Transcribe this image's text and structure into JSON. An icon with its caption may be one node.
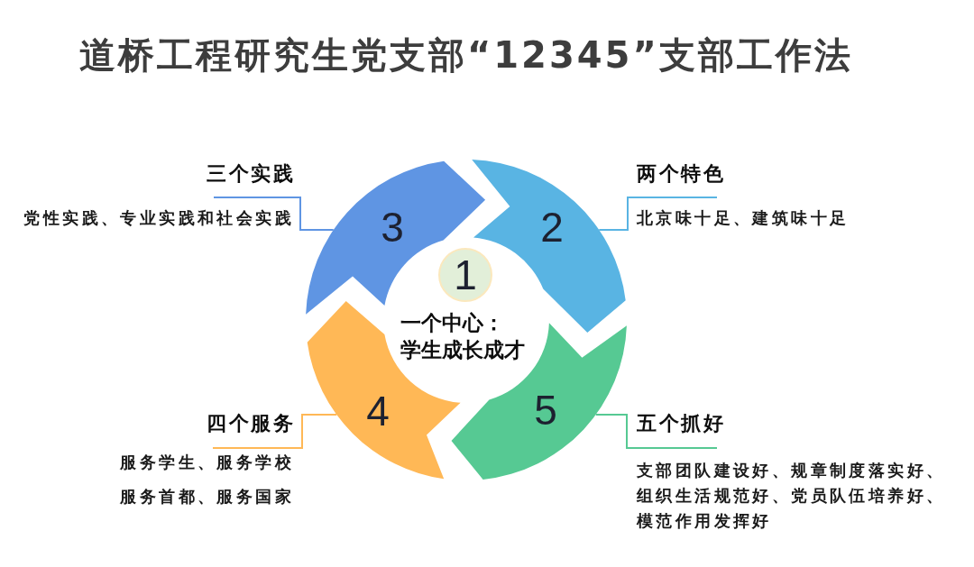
{
  "diagram": {
    "title": "道桥工程研究生党支部“12345”支部工作法",
    "nodes": [
      {
        "text": [
          "三个实践",
          "党性实践、专业实践和社会实践"
        ]
      },
      {
        "text": [
          "两个特色",
          "北京味十足、建筑味十足"
        ]
      },
      {
        "text": [
          "3"
        ]
      },
      {
        "text": [
          "2"
        ]
      },
      {
        "text": [
          "1"
        ],
        "beside": [
          "一个中心：",
          "学生成长成才"
        ]
      },
      {
        "text": [
          "4"
        ]
      },
      {
        "text": [
          "5"
        ]
      },
      {
        "text": [
          "四个服务",
          "服务学生、服务学校",
          "服务首都、服务国家"
        ]
      },
      {
        "text": [
          "五个抓好",
          "支部团队建设好、规章制度落实好、组织生活规范好、党员队伍培养好、模范作用发挥好"
        ]
      }
    ],
    "edges": [
      {
        "from": 0,
        "to": 2,
        "arrow": "none",
        "color": "#5f95e3"
      },
      {
        "from": 1,
        "to": 3,
        "arrow": "none",
        "color": "#59b4e3"
      },
      {
        "from": 7,
        "to": 5,
        "arrow": "none",
        "color": "#ffb856"
      },
      {
        "from": 8,
        "to": 6,
        "arrow": "none",
        "color": "#56c993"
      }
    ]
  }
}
